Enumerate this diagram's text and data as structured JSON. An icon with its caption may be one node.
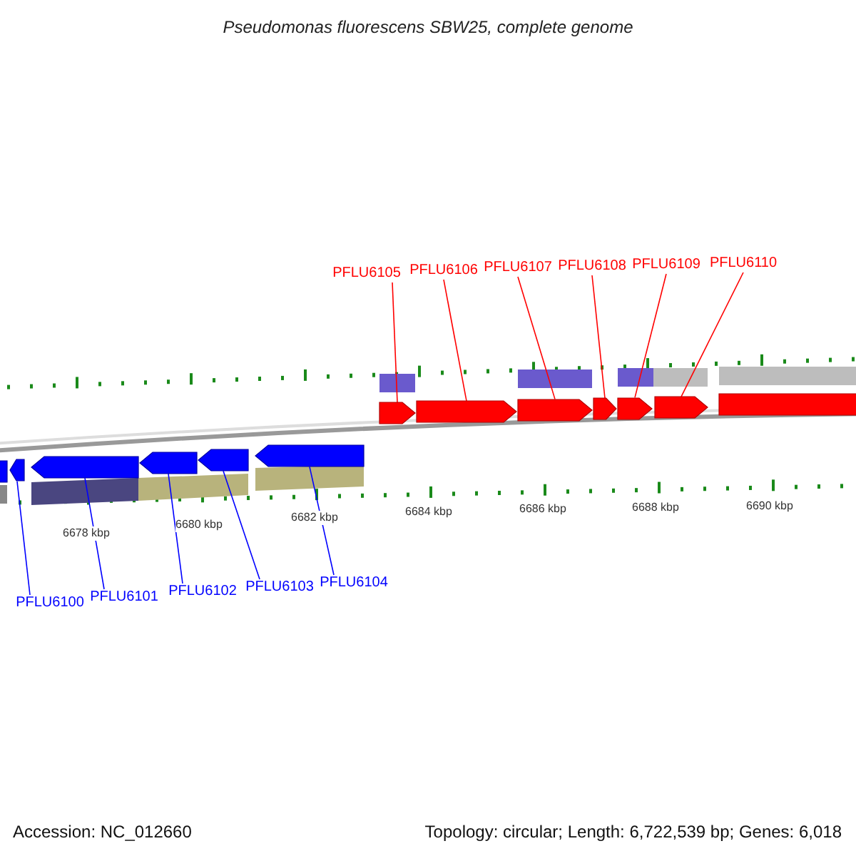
{
  "diagram": {
    "title": "Pseudomonas fluorescens SBW25, complete genome",
    "nodes": [
      {
        "text": [
          "PFLU6100"
        ]
      },
      {
        "text": [
          "PFLU6101"
        ]
      },
      {
        "text": [
          "PFLU6102"
        ]
      },
      {
        "text": [
          "PFLU6103"
        ]
      },
      {
        "text": [
          "PFLU6104"
        ]
      },
      {
        "text": [
          "PFLU6105"
        ]
      },
      {
        "text": [
          "PFLU6106"
        ]
      },
      {
        "text": [
          "PFLU6107"
        ]
      },
      {
        "text": [
          "PFLU6108"
        ]
      },
      {
        "text": [
          "PFLU6109"
        ]
      },
      {
        "text": [
          "PFLU6110"
        ]
      },
      {
        "text": [],
        "shape": "pentagon"
      },
      {
        "text": [],
        "shape": "pentagon"
      },
      {
        "text": [],
        "shape": "pentagon"
      },
      {
        "text": [],
        "shape": "pentagon"
      },
      {
        "text": [],
        "shape": "pentagon"
      },
      {
        "text": [],
        "shape": "pentagon"
      },
      {
        "text": [],
        "shape": "pentagon"
      },
      {
        "text": [],
        "shape": "pentagon"
      },
      {
        "text": [],
        "shape": "pentagon"
      },
      {
        "text": [],
        "shape": "pentagon"
      },
      {
        "text": [],
        "shape": "pentagon"
      },
      {
        "text": [],
        "shape": "pentagon"
      },
      {
        "text": [],
        "shape": "box"
      }
    ],
    "edges": [
      {
        "from": 0,
        "to": 12,
        "arrow": "none",
        "color": "#0000ff"
      },
      {
        "from": 1,
        "to": 13,
        "arrow": "none",
        "color": "#0000ff"
      },
      {
        "from": 2,
        "to": 14,
        "arrow": "none",
        "color": "#0000ff"
      },
      {
        "from": 3,
        "to": 15,
        "arrow": "none",
        "color": "#0000ff"
      },
      {
        "from": 4,
        "to": 16,
        "arrow": "none",
        "color": "#0000ff"
      },
      {
        "from": 5,
        "to": 17,
        "arrow": "none"
      },
      {
        "from": 6,
        "to": 18,
        "arrow": "none"
      },
      {
        "from": 7,
        "to": 19,
        "arrow": "none"
      },
      {
        "from": 8,
        "to": 20,
        "arrow": "none"
      },
      {
        "from": 9,
        "to": 21,
        "arrow": "none"
      },
      {
        "from": 10,
        "to": 22,
        "arrow": "none"
      }
    ],
    "labels": [
      "6678 kbp",
      "6680 kbp",
      "6682 kbp",
      "6684 kbp",
      "6686 kbp",
      "6688 kbp",
      "6690 kbp",
      "Accession: NC_012660",
      "Topology: circular; Length: 6,722,539 bp; Genes: 6,018"
    ]
  }
}
